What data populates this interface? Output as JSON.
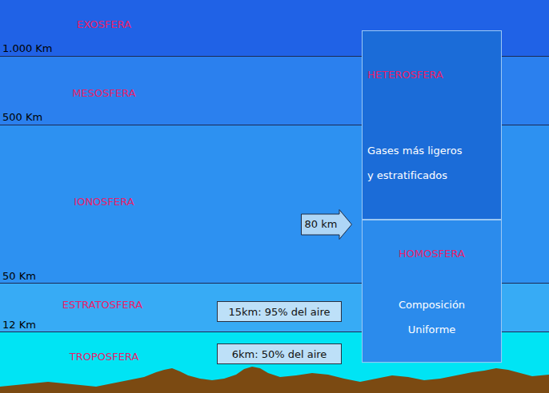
{
  "diagram": {
    "nodes": [
      {
        "text": [
          "EXOSFERA"
        ]
      },
      {
        "text": [
          "MESOSFERA"
        ]
      },
      {
        "text": [
          "IONOSFERA"
        ]
      },
      {
        "text": [
          "ESTRATOSFERA"
        ]
      },
      {
        "text": [
          "TROPOSFERA"
        ]
      },
      {
        "text": [
          "HETEROSFERA",
          "Gases más ligeros y estratificados"
        ]
      },
      {
        "text": [
          "HOMOSFERA",
          "Composición Uniforme"
        ]
      },
      {
        "text": [
          "80 km"
        ],
        "in": 2
      },
      {
        "text": [
          "15km: 95% del aire"
        ],
        "in": 3
      },
      {
        "text": [
          "6km: 50% del aire"
        ],
        "in": 4
      }
    ],
    "labels": [
      "1.000 Km",
      "500 Km",
      "50 Km",
      "12 Km"
    ]
  }
}
